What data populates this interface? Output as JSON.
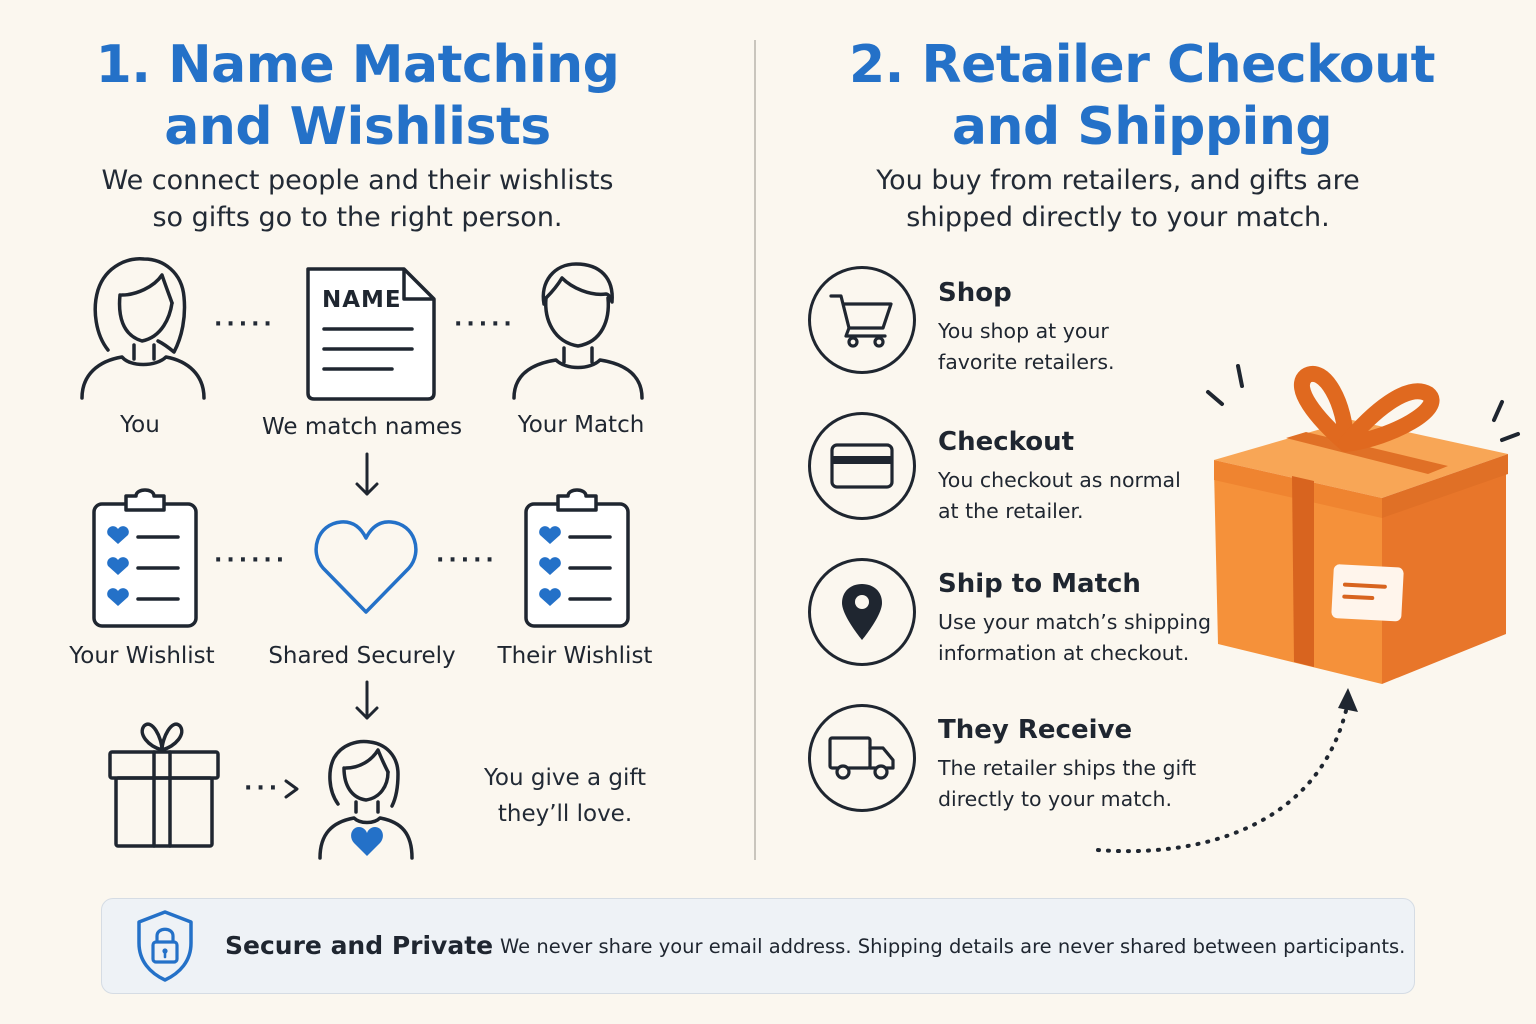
{
  "left": {
    "title_line1": "1. Name Matching",
    "title_line2": "and Wishlists",
    "subtitle_line1": "We connect people and their wishlists",
    "subtitle_line2": "so gifts go to the right person.",
    "name_card_text": "NAME",
    "you_label": "You",
    "match_names_label": "We match names",
    "your_match_label": "Your Match",
    "your_wishlist_label": "Your Wishlist",
    "shared_securely_label": "Shared Securely",
    "their_wishlist_label": "Their Wishlist",
    "give_gift_line1": "You give a gift",
    "give_gift_line2": "they’ll love."
  },
  "right": {
    "title_line1": "2. Retailer Checkout",
    "title_line2": "and Shipping",
    "subtitle_line1": "You buy from retailers, and gifts are",
    "subtitle_line2": "shipped directly to your match.",
    "steps": [
      {
        "title": "Shop",
        "line1": "You shop at your",
        "line2": "favorite retailers.",
        "icon": "cart-icon"
      },
      {
        "title": "Checkout",
        "line1": "You checkout as normal",
        "line2": "at the retailer.",
        "icon": "credit-card-icon"
      },
      {
        "title": "Ship to Match",
        "line1": "Use your match’s shipping",
        "line2": "information at checkout.",
        "icon": "location-pin-icon"
      },
      {
        "title": "They Receive",
        "line1": "The retailer ships the gift",
        "line2": "directly to your match.",
        "icon": "truck-icon"
      }
    ]
  },
  "banner": {
    "title": "Secure and Private",
    "text": "We never share your email address.  Shipping details are never shared between participants.",
    "icon": "shield-lock-icon"
  },
  "colors": {
    "accent_blue": "#2471c8",
    "gift_orange": "#f28a2e",
    "background": "#fbf7ef"
  }
}
